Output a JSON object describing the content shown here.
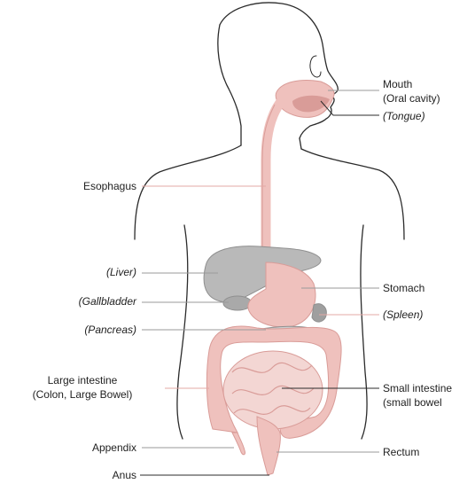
{
  "colors": {
    "outline": "#2b2b2b",
    "organ_pink": "#efc1bd",
    "organ_pink_dark": "#d99c98",
    "organ_gray": "#b9b9b9",
    "organ_gray_dark": "#8f8f8f",
    "leader_gray": "#9a9a9a",
    "leader_pink": "#e3a8a4"
  },
  "labels": {
    "mouth": "Mouth",
    "oral_cavity": "(Oral cavity)",
    "tongue": "(Tongue)",
    "esophagus": "Esophagus",
    "liver": "(Liver)",
    "stomach": "Stomach",
    "gallbladder": "(Gallbladder",
    "spleen": "(Spleen)",
    "pancreas": "(Pancreas)",
    "large_intestine": "Large intestine",
    "colon": "(Colon, Large Bowel)",
    "small_intestine": "Small intestine",
    "small_bowel": "(small bowel",
    "appendix": "Appendix",
    "rectum": "Rectum",
    "anus": "Anus"
  }
}
